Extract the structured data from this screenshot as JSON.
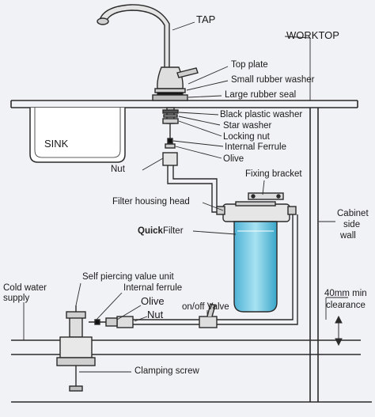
{
  "colors": {
    "line": "#2a2a2a",
    "filter_blue": "#7fcfe6",
    "filter_blue_dark": "#3aa6c9",
    "paper": "#f1f2f5",
    "sink_fill": "#ffffff",
    "metal": "#d9d9d9"
  },
  "labels": {
    "tap": "TAP",
    "worktop": "WORKTOP",
    "top_plate": "Top plate",
    "small_washer": "Small rubber washer",
    "large_seal": "Large rubber seal",
    "black_washer": "Black plastic washer",
    "star_washer": "Star washer",
    "locking_nut": "Locking nut",
    "internal_ferrule_top": "Internal Ferrule",
    "olive_top": "Olive",
    "sink": "SINK",
    "nut_top": "Nut",
    "fixing_bracket": "Fixing bracket",
    "filter_head": "Filter housing head",
    "cabinet_line1": "Cabinet",
    "cabinet_line2": "side",
    "cabinet_line3": "wall",
    "quick": "Quick",
    "filter": "Filter",
    "self_piercing": "Self piercing value unit",
    "internal_ferrule_bottom": "Internal ferrule",
    "olive_bottom": "Olive",
    "nut_bottom": "Nut",
    "onoff_valve": "on/off Valve",
    "cold_line1": "Cold water",
    "cold_line2": "supply",
    "clearance_line1": "40mm min",
    "clearance_line2": "clearance",
    "clamping_screw": "Clamping screw"
  },
  "icons": [
    "tap-icon",
    "sink-icon",
    "filter-cartridge-icon",
    "valve-icon",
    "clamp-icon"
  ]
}
